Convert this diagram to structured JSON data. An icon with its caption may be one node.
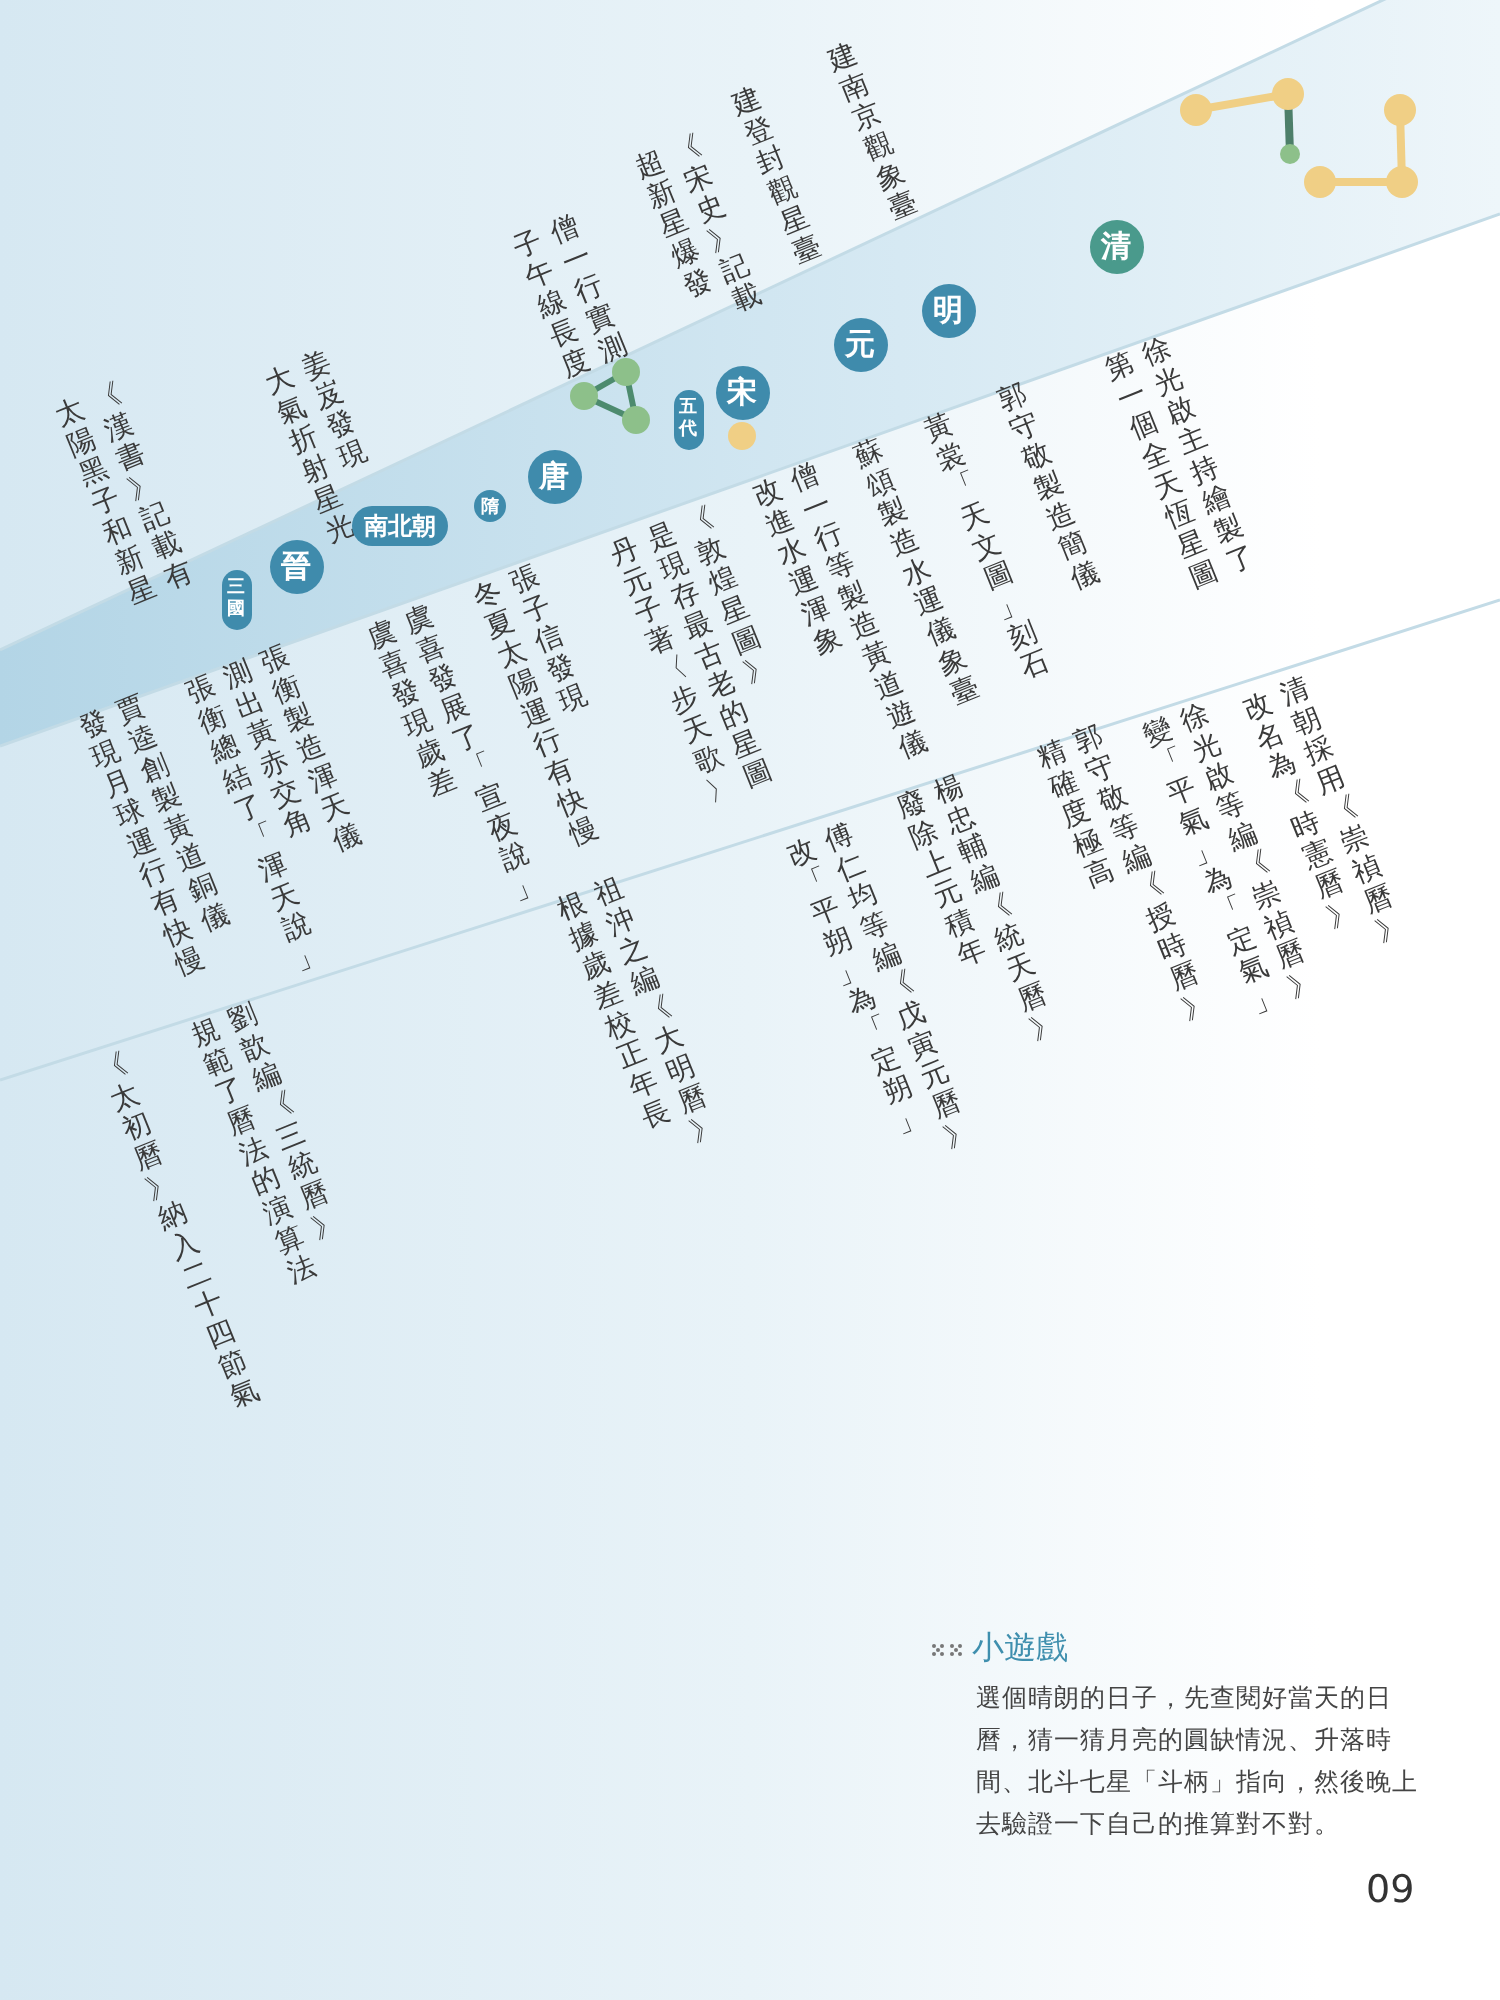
{
  "diagram": {
    "nodes": [
      {
        "text": [
          "三國"
        ]
      },
      {
        "text": [
          "晉"
        ]
      },
      {
        "text": [
          "南北朝"
        ]
      },
      {
        "text": [
          "隋"
        ]
      },
      {
        "text": [
          "唐"
        ]
      },
      {
        "text": [
          "五代"
        ]
      },
      {
        "text": [
          "宋"
        ]
      },
      {
        "text": [
          "元"
        ]
      },
      {
        "text": [
          "明"
        ]
      },
      {
        "text": [
          "清"
        ]
      }
    ],
    "edges": [],
    "labels": [
      "《漢書》記載有太陽黑子和新星",
      "姜岌發現大氣折射星光",
      "僧一行實測子午線長度",
      "《宋史》記載超新星爆發",
      "建登封觀星臺",
      "建南京觀象臺",
      "賈逵創製黃道銅儀發現月球運行有快慢",
      "張衡製造渾天儀測出黃赤交角張衡總結了「渾天說」",
      "虞喜發展了「宣夜說」虞喜發現歲差",
      "張子信發現冬夏太陽運行有快慢",
      "《敦煌星圖》是現存最古老的星圖丹元子著〈步天歌〉",
      "僧一行等製造黃道遊儀改進水運渾象",
      "蘇頌製造水運儀象臺",
      "黃裳「天文圖」刻石",
      "郭守敬製造簡儀",
      "徐光啟主持繪製了第一個全天恆星圖",
      "《太初曆》納入二十四節氣",
      "劉歆編《三統曆》規範了曆法的演算法",
      "祖沖之編《大明曆》根據歲差校正年長",
      "傅仁均等編《戊寅元曆》改「平朔」為「定朔」",
      "楊忠輔編《統天曆》廢除上元積年",
      "郭守敬等編《授時曆》精確度極高",
      "徐光啟等編《崇禎曆》變「平氣」為「定氣」",
      "清朝採用《崇禎曆》改名為《時憲曆》",
      "小遊戲",
      "選個晴朗的日子，先查閱好當天的日曆，猜一猜月亮的圓缺情況、升落時間、北斗七星「斗柄」指向，然後晚上去驗證一下自己的推算對不對。",
      "09"
    ]
  }
}
